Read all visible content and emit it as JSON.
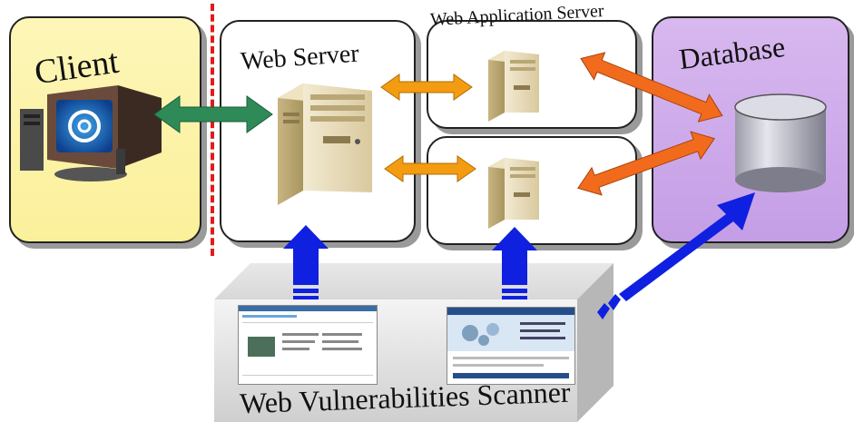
{
  "diagram": {
    "client": {
      "label": "Client"
    },
    "web_server": {
      "label": "Web Server"
    },
    "app_server": {
      "label": "Web Application Server"
    },
    "database": {
      "label": "Database"
    },
    "scanner": {
      "label": "Web Vulnerabilities Scanner"
    }
  },
  "colors": {
    "client_bg": "#fbf09a",
    "database_bg": "#c49ee6",
    "green_arrow": "#2e8b57",
    "orange_arrow": "#f39c12",
    "orange_red_arrow": "#f26b1d",
    "blue_arrow": "#1020e0",
    "divider": "#e21b1b"
  }
}
